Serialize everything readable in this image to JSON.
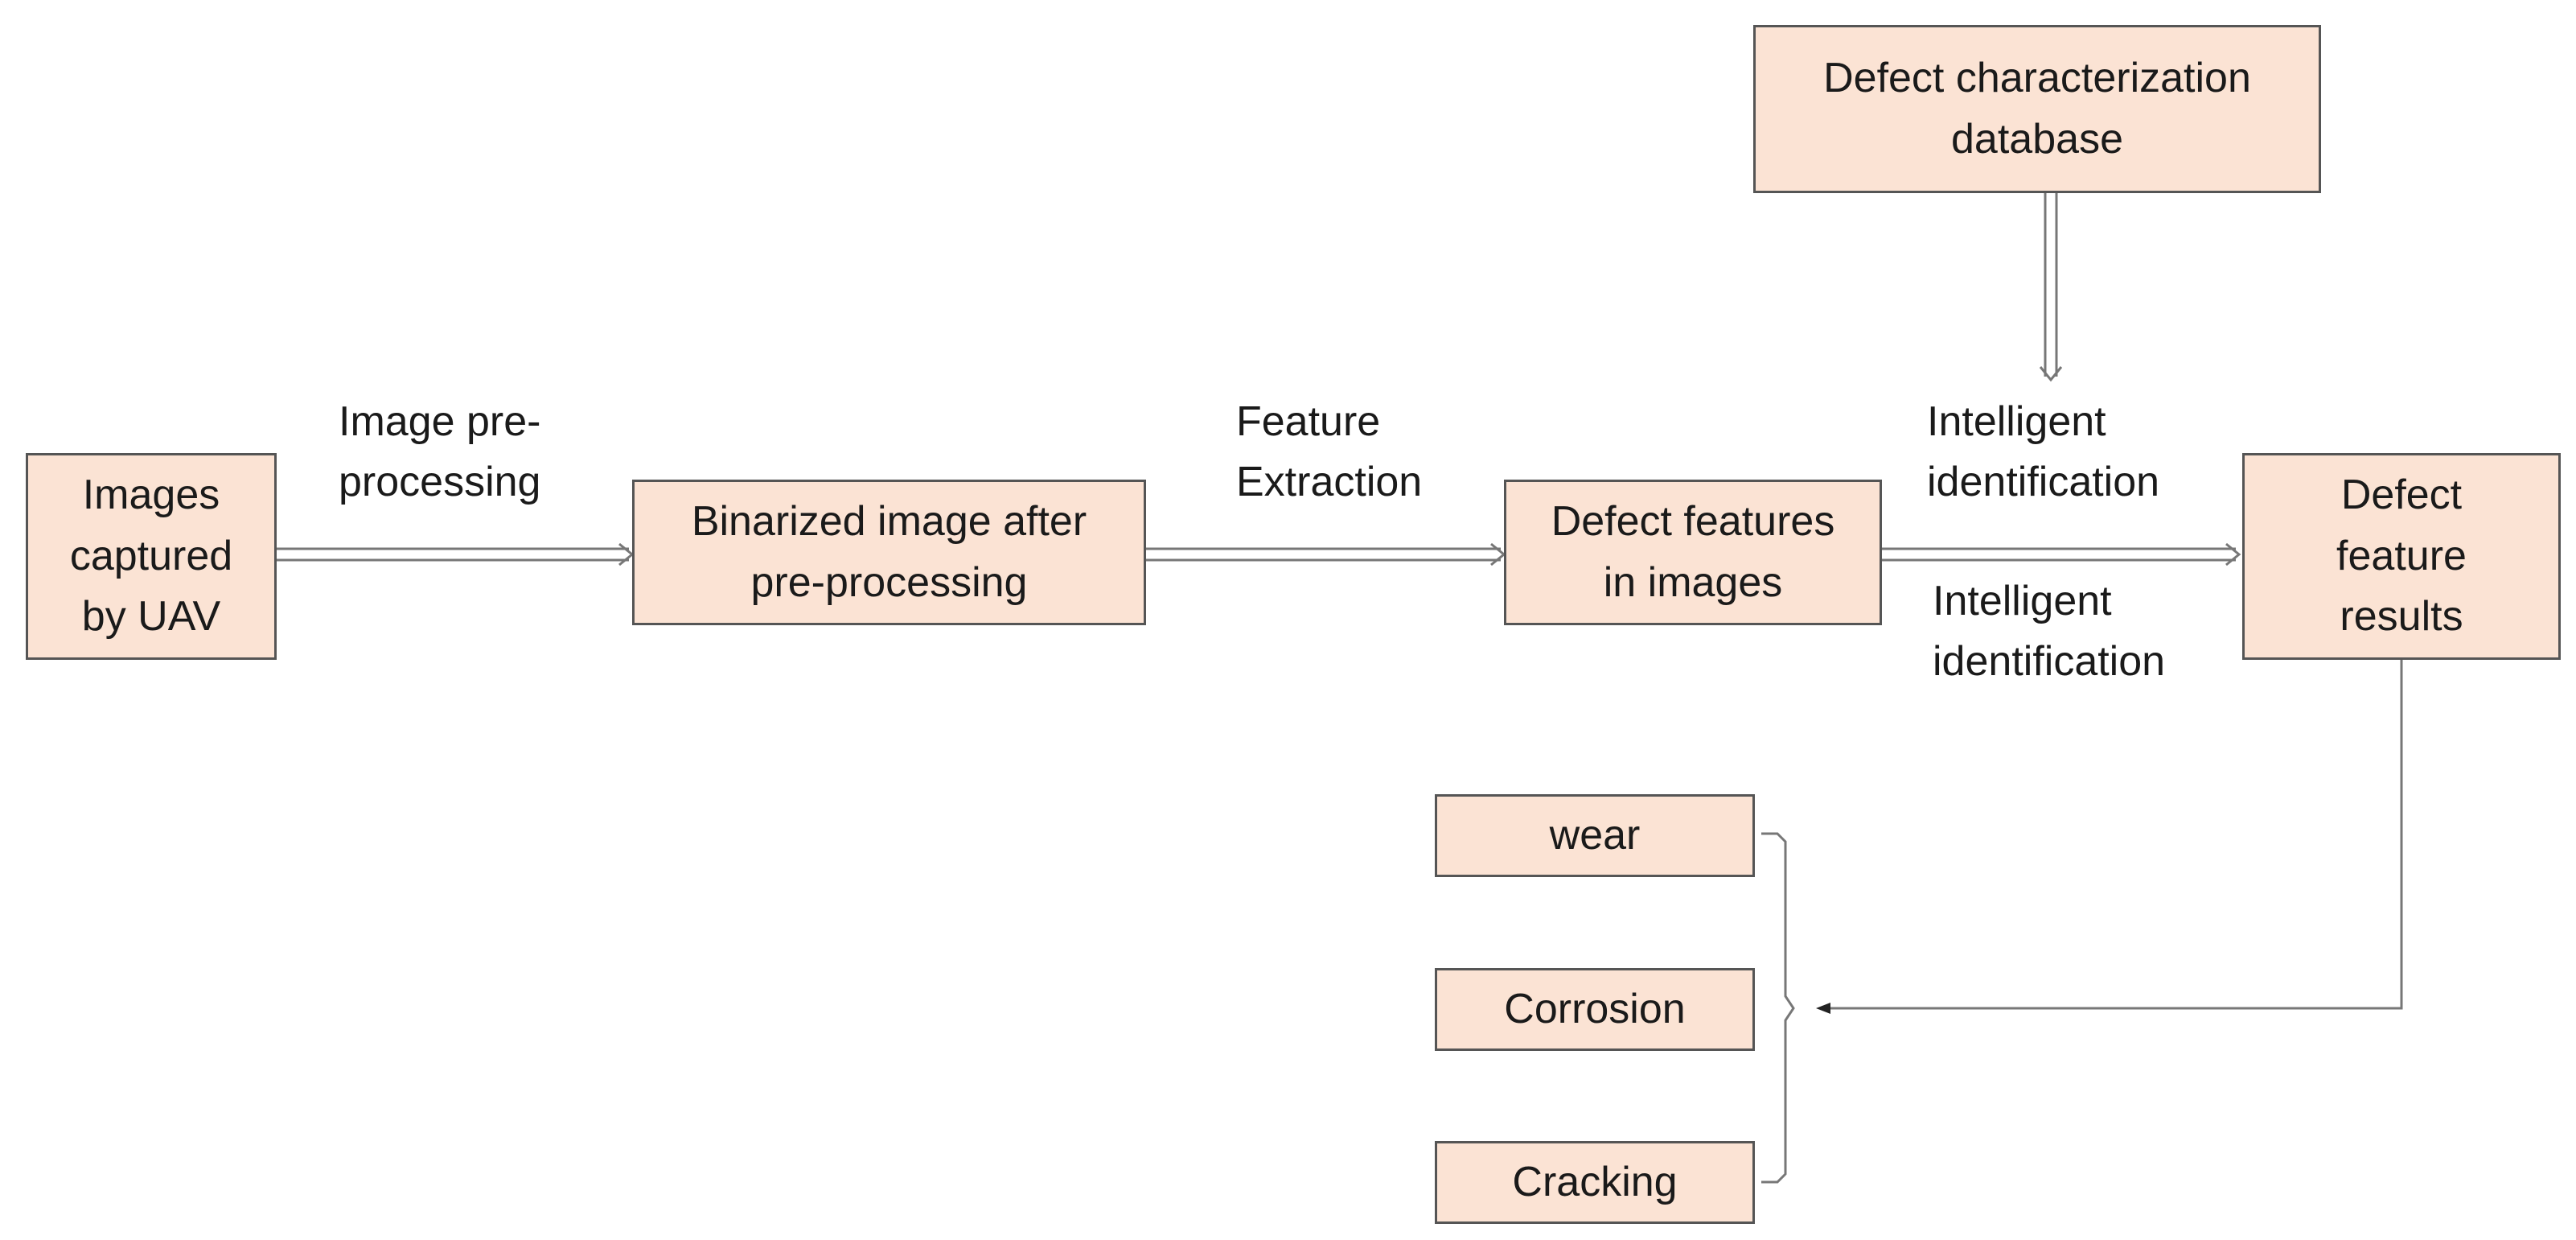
{
  "colors": {
    "box_fill": "#fbe3d4",
    "box_border": "#555555",
    "line": "#777777",
    "text": "#1a1a1a",
    "background": "#ffffff"
  },
  "boxes": {
    "images_captured": "Images\ncaptured\nby UAV",
    "binarized_image": "Binarized image after\npre-processing",
    "defect_features": "Defect features\nin images",
    "defect_results": "Defect\nfeature\nresults",
    "database": "Defect characterization\ndatabase",
    "wear": "wear",
    "corrosion": "Corrosion",
    "cracking": "Cracking"
  },
  "edge_labels": {
    "preprocessing": "Image pre-\nprocessing",
    "feature_extraction": "Feature\nExtraction",
    "identification_upper": "Intelligent\nidentification",
    "identification_lower": "Intelligent\nidentification"
  }
}
